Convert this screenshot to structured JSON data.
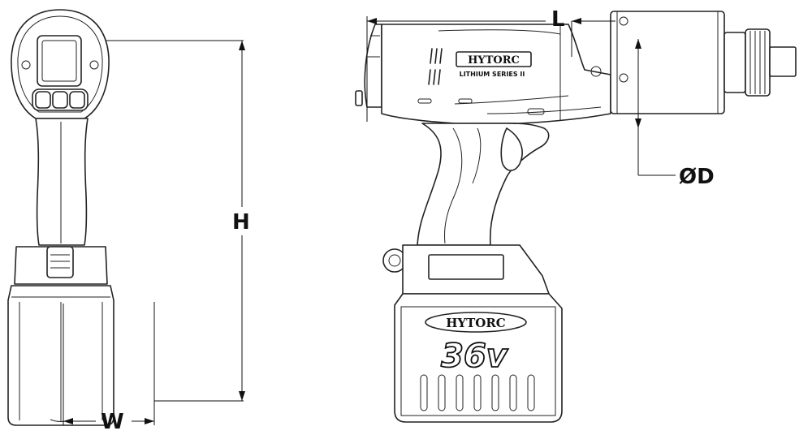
{
  "labels": {
    "width": "W",
    "height": "H",
    "length": "L",
    "diameter": "ØD"
  },
  "branding": {
    "head_logo": "HYTORC",
    "head_series": "LITHIUM SERIES II",
    "battery_logo": "HYTORC",
    "voltage": "36v"
  },
  "colors": {
    "line": "#222222",
    "background": "#ffffff"
  }
}
